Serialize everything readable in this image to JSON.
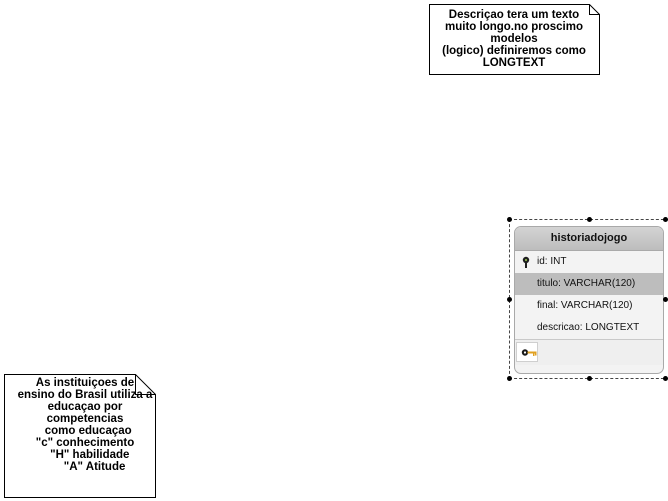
{
  "notes": {
    "top": {
      "text": "Descriçao tera um texto\nmuito longo.no proscimo\nmodelos\n(logico) definiremos como\nLONGTEXT"
    },
    "left": {
      "text": "As instituiçoes de\nensino do Brasil utiliza a\neducaçao por\ncompetencias\n  como educaçao\n\"c\" conhecimento\n   \"H\" habilidade\n      \"A\" Atitude"
    }
  },
  "entity": {
    "name": "historiadojogo",
    "attributes": [
      {
        "label": "id: INT",
        "primary_key": true,
        "selected": false
      },
      {
        "label": "titulo: VARCHAR(120)",
        "primary_key": false,
        "selected": true
      },
      {
        "label": "final: VARCHAR(120)",
        "primary_key": false,
        "selected": false
      },
      {
        "label": "descricao: LONGTEXT",
        "primary_key": false,
        "selected": false
      }
    ],
    "icons": {
      "primary_key": "pin-key-icon",
      "index": "key-icon"
    }
  },
  "colors": {
    "header_bg": "#c8c8c8",
    "selected_row": "#bdbdbd",
    "entity_bg": "#f3f3f3",
    "note_border": "#000000"
  }
}
